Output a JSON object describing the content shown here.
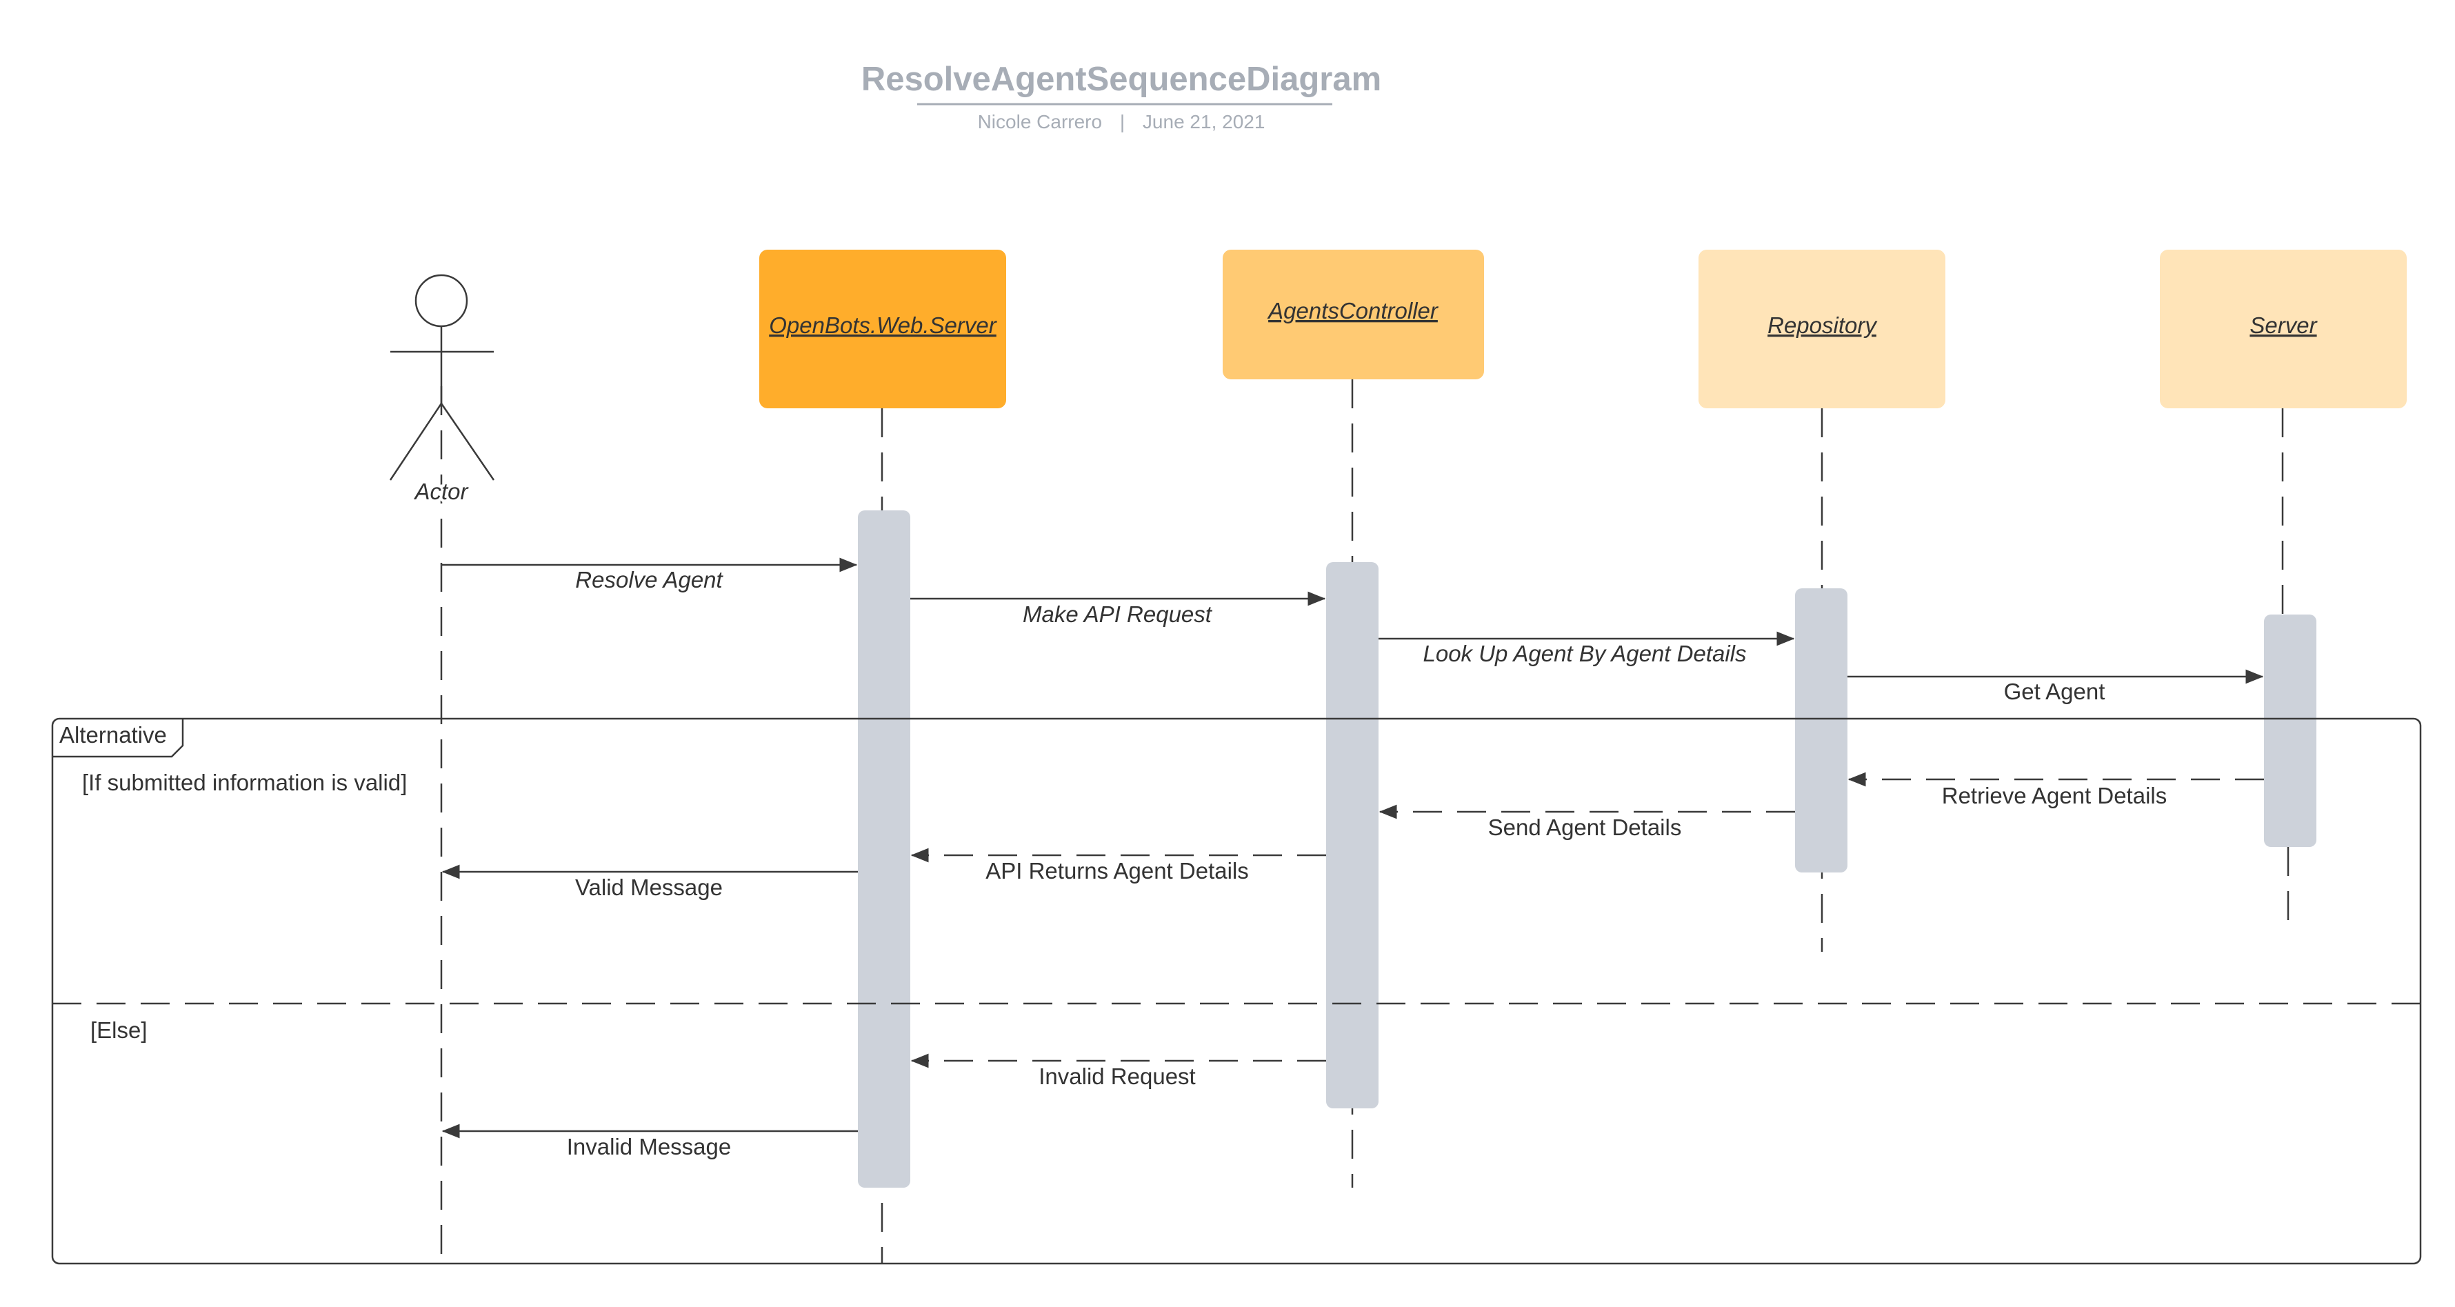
{
  "header": {
    "title": "ResolveAgentSequenceDiagram",
    "author": "Nicole Carrero",
    "separator": "|",
    "date": "June 21, 2021"
  },
  "colors": {
    "title": "#a7adb6",
    "subtitle": "#a7adb6",
    "line": "#3a3a3a",
    "activation": "#cdd2da",
    "text": "#333333"
  },
  "actor": {
    "label": "Actor"
  },
  "participants": [
    {
      "id": "openbots",
      "label": "OpenBots.Web.Server",
      "color": "#ffad2b"
    },
    {
      "id": "agents",
      "label": "AgentsController",
      "color": "#ffca73"
    },
    {
      "id": "repository",
      "label": "Repository",
      "color": "#ffe4b8"
    },
    {
      "id": "server",
      "label": "Server",
      "color": "#ffe4b8"
    }
  ],
  "messages": [
    {
      "label": "Resolve Agent",
      "italic": true,
      "style": "solid"
    },
    {
      "label": "Make API Request",
      "italic": true,
      "style": "solid"
    },
    {
      "label": "Look Up Agent By Agent Details",
      "italic": true,
      "style": "solid"
    },
    {
      "label": "Get Agent",
      "italic": false,
      "style": "solid"
    },
    {
      "label": "Retrieve Agent Details",
      "italic": false,
      "style": "dashed"
    },
    {
      "label": "Send Agent Details",
      "italic": false,
      "style": "dashed"
    },
    {
      "label": "API Returns Agent Details",
      "italic": false,
      "style": "dashed"
    },
    {
      "label": "Valid Message",
      "italic": false,
      "style": "solid"
    },
    {
      "label": "Invalid Request",
      "italic": false,
      "style": "dashed"
    },
    {
      "label": "Invalid Message",
      "italic": false,
      "style": "solid"
    }
  ],
  "alt_frame": {
    "label": "Alternative",
    "guard_valid": "[If submitted information is valid]",
    "guard_else": "[Else]"
  }
}
